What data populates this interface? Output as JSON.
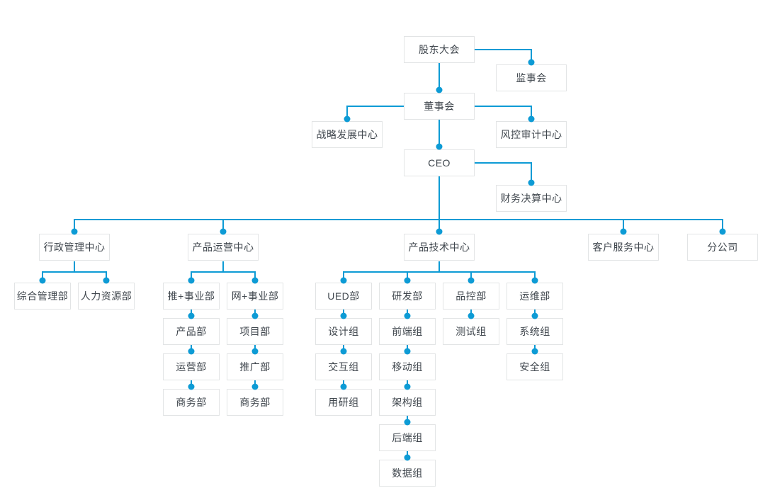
{
  "diagram": {
    "type": "org-chart",
    "colors": {
      "connector": "#0d9bd5",
      "node_border": "#e2e4e5",
      "node_background": "#ffffff",
      "node_text": "#3f464d",
      "page_background": "#ffffff"
    },
    "nodes": [
      {
        "id": "shareholders-meeting",
        "label": "股东大会"
      },
      {
        "id": "supervisory-board",
        "label": "监事会"
      },
      {
        "id": "board-of-directors",
        "label": "董事会"
      },
      {
        "id": "strategy-development-center",
        "label": "战略发展中心"
      },
      {
        "id": "risk-audit-center",
        "label": "风控审计中心"
      },
      {
        "id": "ceo",
        "label": "CEO"
      },
      {
        "id": "finance-settlement-center",
        "label": "财务决算中心"
      },
      {
        "id": "admin-management-center",
        "label": "行政管理中心"
      },
      {
        "id": "product-operations-center",
        "label": "产品运营中心"
      },
      {
        "id": "product-technology-center",
        "label": "产品技术中心"
      },
      {
        "id": "customer-service-center",
        "label": "客户服务中心"
      },
      {
        "id": "branch-company",
        "label": "分公司"
      },
      {
        "id": "general-management-dept",
        "label": "综合管理部"
      },
      {
        "id": "hr-dept",
        "label": "人力资源部"
      },
      {
        "id": "tui-plus-business-unit",
        "label": "推+事业部"
      },
      {
        "id": "wang-plus-business-unit",
        "label": "网+事业部"
      },
      {
        "id": "product-dept",
        "label": "产品部"
      },
      {
        "id": "project-dept",
        "label": "项目部"
      },
      {
        "id": "operations-dept",
        "label": "运营部"
      },
      {
        "id": "promotion-dept",
        "label": "推广部"
      },
      {
        "id": "business-dept-left",
        "label": "商务部"
      },
      {
        "id": "business-dept-right",
        "label": "商务部"
      },
      {
        "id": "ued-dept",
        "label": "UED部"
      },
      {
        "id": "rd-dept",
        "label": "研发部"
      },
      {
        "id": "qc-dept",
        "label": "品控部"
      },
      {
        "id": "ops-dept",
        "label": "运维部"
      },
      {
        "id": "design-group",
        "label": "设计组"
      },
      {
        "id": "frontend-group",
        "label": "前端组"
      },
      {
        "id": "testing-group",
        "label": "测试组"
      },
      {
        "id": "system-group",
        "label": "系统组"
      },
      {
        "id": "interaction-group",
        "label": "交互组"
      },
      {
        "id": "mobile-group",
        "label": "移动组"
      },
      {
        "id": "security-group",
        "label": "安全组"
      },
      {
        "id": "user-research-group",
        "label": "用研组"
      },
      {
        "id": "architecture-group",
        "label": "架构组"
      },
      {
        "id": "backend-group",
        "label": "后端组"
      },
      {
        "id": "data-group",
        "label": "数据组"
      }
    ],
    "edges": [
      {
        "from": "shareholders-meeting",
        "to": "supervisory-board"
      },
      {
        "from": "shareholders-meeting",
        "to": "board-of-directors"
      },
      {
        "from": "board-of-directors",
        "to": "strategy-development-center"
      },
      {
        "from": "board-of-directors",
        "to": "risk-audit-center"
      },
      {
        "from": "board-of-directors",
        "to": "ceo"
      },
      {
        "from": "ceo",
        "to": "finance-settlement-center"
      },
      {
        "from": "ceo",
        "to": "admin-management-center"
      },
      {
        "from": "ceo",
        "to": "product-operations-center"
      },
      {
        "from": "ceo",
        "to": "product-technology-center"
      },
      {
        "from": "ceo",
        "to": "customer-service-center"
      },
      {
        "from": "ceo",
        "to": "branch-company"
      },
      {
        "from": "admin-management-center",
        "to": "general-management-dept"
      },
      {
        "from": "admin-management-center",
        "to": "hr-dept"
      },
      {
        "from": "product-operations-center",
        "to": "tui-plus-business-unit"
      },
      {
        "from": "product-operations-center",
        "to": "wang-plus-business-unit"
      },
      {
        "from": "tui-plus-business-unit",
        "to": "product-dept"
      },
      {
        "from": "product-dept",
        "to": "operations-dept"
      },
      {
        "from": "operations-dept",
        "to": "business-dept-left"
      },
      {
        "from": "wang-plus-business-unit",
        "to": "project-dept"
      },
      {
        "from": "project-dept",
        "to": "promotion-dept"
      },
      {
        "from": "promotion-dept",
        "to": "business-dept-right"
      },
      {
        "from": "product-technology-center",
        "to": "ued-dept"
      },
      {
        "from": "product-technology-center",
        "to": "rd-dept"
      },
      {
        "from": "product-technology-center",
        "to": "qc-dept"
      },
      {
        "from": "product-technology-center",
        "to": "ops-dept"
      },
      {
        "from": "ued-dept",
        "to": "design-group"
      },
      {
        "from": "design-group",
        "to": "interaction-group"
      },
      {
        "from": "interaction-group",
        "to": "user-research-group"
      },
      {
        "from": "rd-dept",
        "to": "frontend-group"
      },
      {
        "from": "frontend-group",
        "to": "mobile-group"
      },
      {
        "from": "mobile-group",
        "to": "architecture-group"
      },
      {
        "from": "architecture-group",
        "to": "backend-group"
      },
      {
        "from": "backend-group",
        "to": "data-group"
      },
      {
        "from": "qc-dept",
        "to": "testing-group"
      },
      {
        "from": "ops-dept",
        "to": "system-group"
      },
      {
        "from": "system-group",
        "to": "security-group"
      }
    ]
  }
}
